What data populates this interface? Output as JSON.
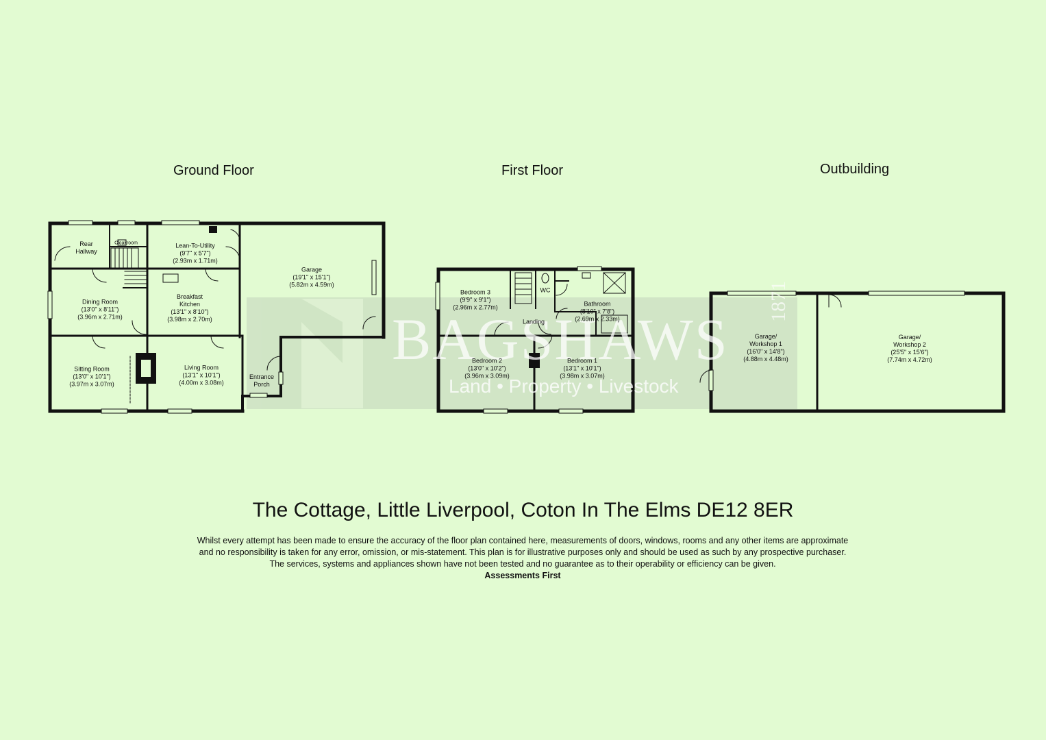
{
  "floors": {
    "ground": "Ground Floor",
    "first": "First Floor",
    "outbuilding": "Outbuilding"
  },
  "rooms": {
    "rear_hallway": {
      "name": "Rear\nHallway"
    },
    "cloakroom": {
      "name": "Cloakroom"
    },
    "lean_to": {
      "name": "Lean-To-Utility",
      "imperial": "(9'7\" x 5'7\")",
      "metric": "(2.93m x 1.71m)"
    },
    "garage": {
      "name": "Garage",
      "imperial": "(19'1\" x 15'1\")",
      "metric": "(5.82m x 4.59m)"
    },
    "dining": {
      "name": "Dining Room",
      "imperial": "(13'0\" x 8'11\")",
      "metric": "(3.96m x 2.71m)"
    },
    "breakfast": {
      "name": "Breakfast",
      "name2": "Kitchen",
      "imperial": "(13'1\" x 8'10\")",
      "metric": "(3.98m x 2.70m)"
    },
    "sitting": {
      "name": "Sitting Room",
      "imperial": "(13'0\" x 10'1\")",
      "metric": "(3.97m x 3.07m)"
    },
    "living": {
      "name": "Living Room",
      "imperial": "(13'1\" x 10'1\")",
      "metric": "(4.00m x 3.08m)"
    },
    "entrance": {
      "name": "Entrance",
      "name2": "Porch"
    },
    "bedroom3": {
      "name": "Bedroom 3",
      "imperial": "(9'9\" x 9'1\")",
      "metric": "(2.96m x 2.77m)"
    },
    "wc": {
      "name": "WC"
    },
    "bathroom": {
      "name": "Bathroom",
      "imperial": "(8'10\" x 7'8\")",
      "metric": "(2.69m x 2.33m)"
    },
    "landing": {
      "name": "Landing"
    },
    "bedroom2": {
      "name": "Bedroom 2",
      "imperial": "(13'0\" x 10'2\")",
      "metric": "(3.96m x 3.09m)"
    },
    "bedroom1": {
      "name": "Bedroom 1",
      "imperial": "(13'1\" x 10'1\")",
      "metric": "(3.98m x 3.07m)"
    },
    "workshop1": {
      "name": "Garage/",
      "name2": "Workshop 1",
      "imperial": "(16'0\" x 14'8\")",
      "metric": "(4.88m x 4.48m)"
    },
    "workshop2": {
      "name": "Garage/",
      "name2": "Workshop 2",
      "imperial": "(25'5\" x 15'6\")",
      "metric": "(7.74m x 4.72m)"
    }
  },
  "watermark": {
    "brand": "BAGSHAWS",
    "tagline": "Land • Property • Livestock",
    "year": "1871"
  },
  "address": "The Cottage, Little Liverpool, Coton In The Elms DE12 8ER",
  "disclaimer": {
    "line1": "Whilst every attempt has been made to ensure the accuracy of the floor plan contained here, measurements of doors, windows, rooms and any other items are approximate",
    "line2": "and no responsibility is taken for any error, omission, or mis-statement. This plan is for illustrative purposes only and should be used as such by any prospective purchaser.",
    "line3": "The services, systems and appliances shown have not been tested and no guarantee as to their operability or efficiency can be given.",
    "credit": "Assessments First"
  },
  "colors": {
    "background": "#e2fbd2",
    "wall": "#111111",
    "watermark": "#c8d8bf"
  }
}
